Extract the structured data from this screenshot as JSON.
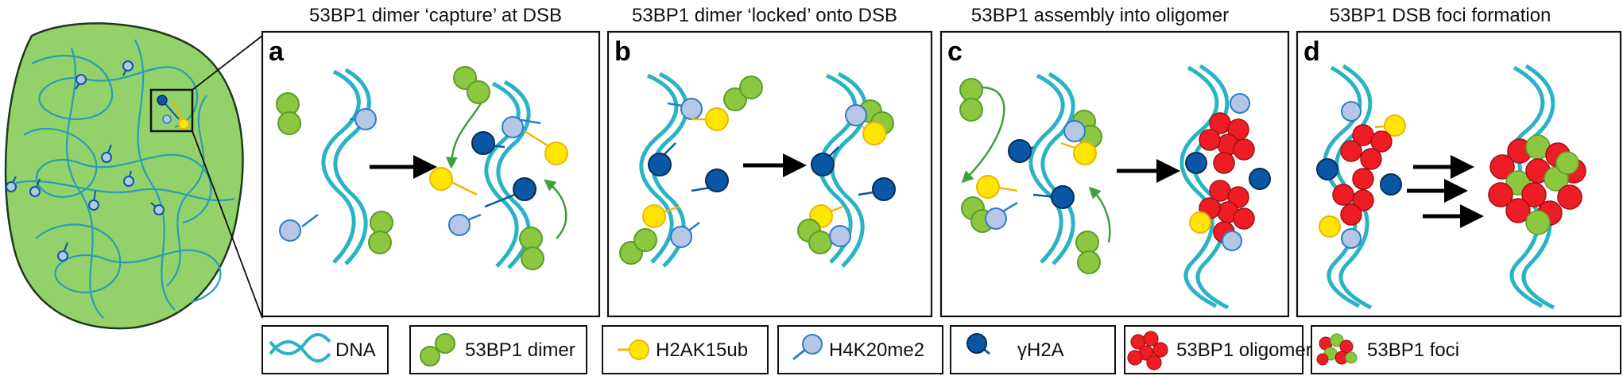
{
  "titles": [
    "53BP1 dimer ‘capture’ at DSB",
    "53BP1 dimer ‘locked’ onto DSB",
    "53BP1 assembly into oligomer",
    "53BP1 DSB foci formation"
  ],
  "panels": [
    "a",
    "b",
    "c",
    "d"
  ],
  "legend": [
    "DNA",
    "53BP1 dimer",
    "H2AK15ub",
    "H4K20me2",
    "γH2A",
    "53BP1 oligomer",
    "53BP1 foci"
  ],
  "colors": {
    "dna": "#2ab3c4",
    "dimer": "#8dc63f",
    "h2ak15ub": "#ffe600",
    "h4k20me2": "#b5c6e7",
    "gh2a": "#0a57a6",
    "oligomer": "#ee1c24",
    "nucleus": "#93d16a",
    "arrow": "#000000",
    "curve_arrow": "#3ca03c"
  }
}
